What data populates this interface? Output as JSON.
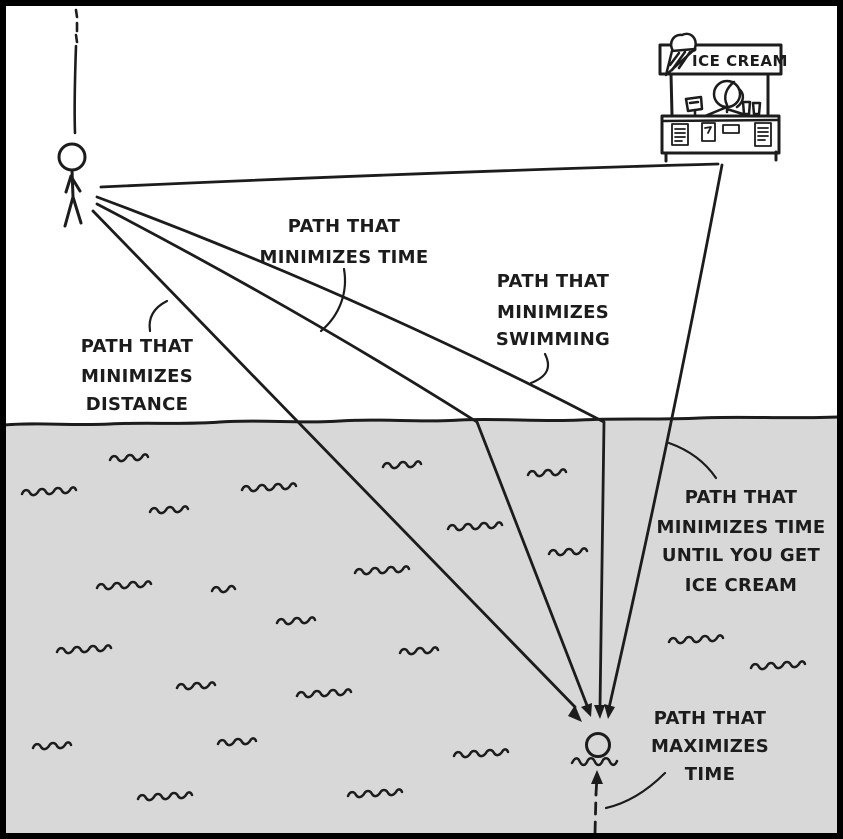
{
  "colors": {
    "ink": "#1c1c1c",
    "water": "#d8d8d8",
    "beach": "#ffffff",
    "frame": "#000000"
  },
  "stand": {
    "sign_text": "ICE CREAM"
  },
  "labels": {
    "minimizes_time": {
      "lines": [
        "PATH THAT",
        "MINIMIZES TIME"
      ]
    },
    "minimizes_swimming": {
      "lines": [
        "PATH THAT",
        "MINIMIZES",
        "SWIMMING"
      ]
    },
    "minimizes_distance": {
      "lines": [
        "PATH THAT",
        "MINIMIZES",
        "DISTANCE"
      ]
    },
    "ice_cream_time": {
      "lines": [
        "PATH THAT",
        "MINIMIZES TIME",
        "UNTIL YOU GET",
        "ICE CREAM"
      ]
    },
    "maximizes_time": {
      "lines": [
        "PATH THAT",
        "MAXIMIZES",
        "TIME"
      ]
    }
  }
}
